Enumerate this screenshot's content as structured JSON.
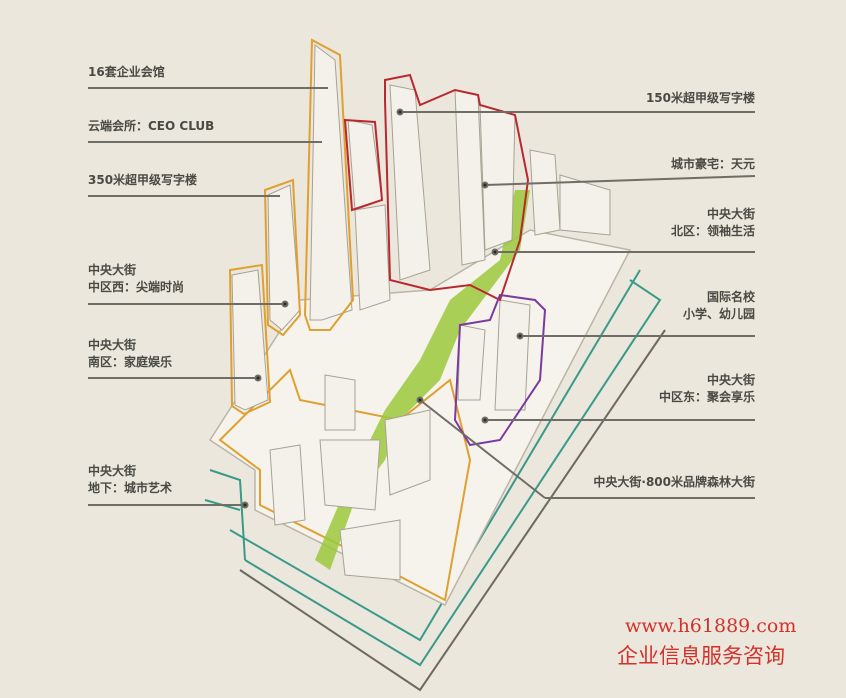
{
  "left_labels": [
    {
      "lines": [
        "16套企业会馆"
      ]
    },
    {
      "lines": [
        "云端会所：CEO CLUB"
      ]
    },
    {
      "lines": [
        "350米超甲级写字楼"
      ]
    },
    {
      "lines": [
        "中央大街",
        "中区西：尖端时尚"
      ]
    },
    {
      "lines": [
        "中央大街",
        "南区：家庭娱乐"
      ]
    },
    {
      "lines": [
        "中央大街",
        "地下：城市艺术"
      ]
    }
  ],
  "right_labels": [
    {
      "lines": [
        "150米超甲级写字楼"
      ]
    },
    {
      "lines": [
        "城市豪宅：天元"
      ]
    },
    {
      "lines": [
        "中央大街",
        "北区：领袖生活"
      ]
    },
    {
      "lines": [
        "国际名校",
        "小学、幼儿园"
      ]
    },
    {
      "lines": [
        "中央大街",
        "中区东：聚会享乐"
      ]
    },
    {
      "lines": [
        "中央大街·800米品牌森林大街"
      ]
    }
  ],
  "watermark": {
    "url": "www.h61889.com",
    "text": "企业信息服务咨询"
  },
  "colors": {
    "background": "#ebe7dc",
    "orange": "#e0a030",
    "red": "#b8282e",
    "purple": "#7a3aa0",
    "green": "#9cc83c",
    "teal": "#3a9a8a"
  }
}
